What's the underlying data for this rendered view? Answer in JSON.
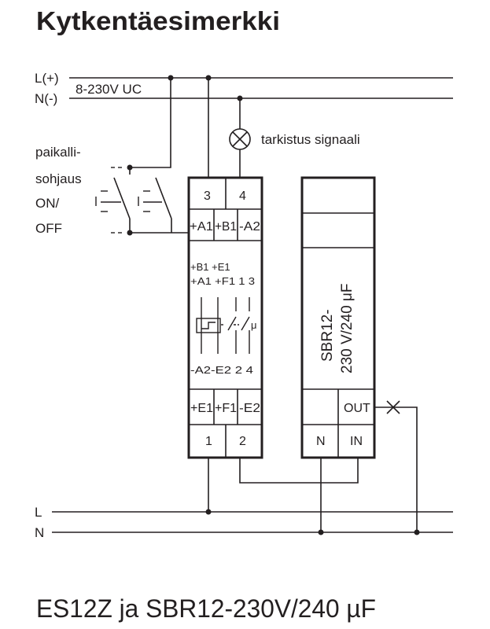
{
  "title": "Kytkentäesimerkki",
  "caption": "ES12Z ja SBR12-230V/240 µF",
  "supply": {
    "l_label": "L(+)",
    "n_label": "N(-)",
    "voltage": "8-230V UC"
  },
  "mains": {
    "l_label": "L",
    "n_label": "N"
  },
  "lamp_label": "tarkistus signaali",
  "local_control": [
    "paikalli-",
    "sohjaus",
    "ON/",
    "OFF"
  ],
  "relay": {
    "top_terminals": [
      "3",
      "4"
    ],
    "input_terminals": [
      "+A1",
      "+B1",
      "-A2"
    ],
    "schematic_top1": "+B1 +E1",
    "schematic_top2": "+A1 +F1  1  3",
    "schematic_bottom": "-A2-E2  2  4",
    "mu": "μ",
    "lower_terminals": [
      "+E1",
      "+F1",
      "-E2"
    ],
    "bottom_terminals": [
      "1",
      "2"
    ]
  },
  "sbr": {
    "label_line1": "SBR12-",
    "label_line2": "230 V/240 μF",
    "out": "OUT",
    "n": "N",
    "in": "IN"
  }
}
